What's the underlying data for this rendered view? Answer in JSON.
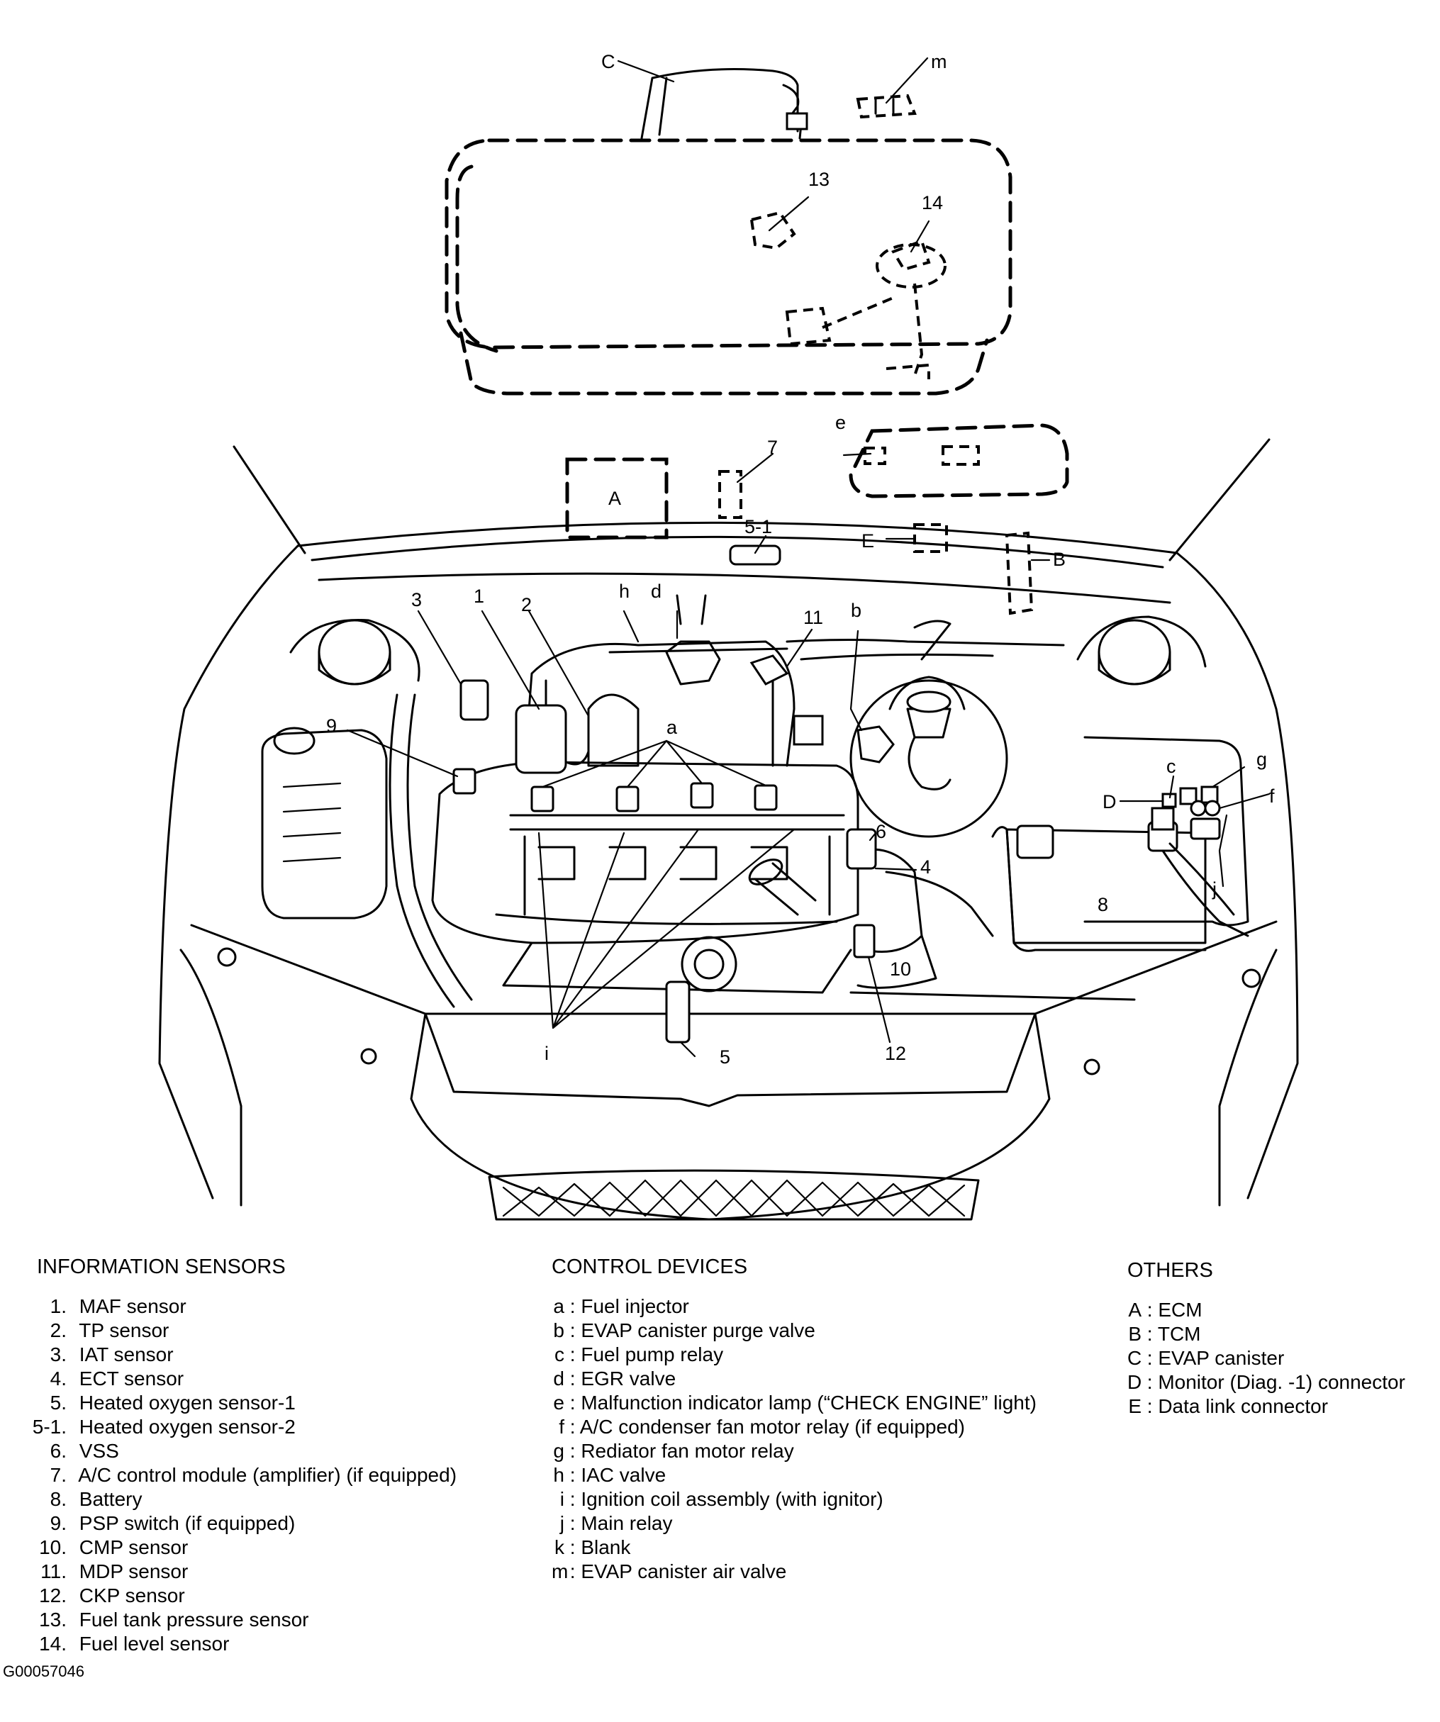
{
  "diagram_labels": {
    "A": "A",
    "B": "B",
    "C": "C",
    "D": "D",
    "E": "E",
    "a": "a",
    "b": "b",
    "c": "c",
    "d": "d",
    "e": "e",
    "f": "f",
    "g": "g",
    "h": "h",
    "i": "i",
    "j": "j",
    "m": "m",
    "n1": "1",
    "n2": "2",
    "n3": "3",
    "n4": "4",
    "n5": "5",
    "n5_1": "5-1",
    "n6": "6",
    "n7": "7",
    "n8": "8",
    "n9": "9",
    "n10": "10",
    "n11": "11",
    "n12": "12",
    "n13": "13",
    "n14": "14"
  },
  "information_sensors": {
    "title": "INFORMATION SENSORS",
    "items": [
      {
        "num": "1.",
        "text": "MAF sensor"
      },
      {
        "num": "2.",
        "text": "TP sensor"
      },
      {
        "num": "3.",
        "text": "IAT sensor"
      },
      {
        "num": "4.",
        "text": "ECT sensor"
      },
      {
        "num": "5.",
        "text": "Heated oxygen sensor-1"
      },
      {
        "num": "5-1.",
        "text": "Heated oxygen sensor-2"
      },
      {
        "num": "6.",
        "text": "VSS"
      },
      {
        "num": "7.",
        "text": "A/C control module (amplifier) (if equipped)"
      },
      {
        "num": "8.",
        "text": "Battery"
      },
      {
        "num": "9.",
        "text": "PSP switch (if equipped)"
      },
      {
        "num": "10.",
        "text": "CMP sensor"
      },
      {
        "num": "11.",
        "text": "MDP sensor"
      },
      {
        "num": "12.",
        "text": "CKP sensor"
      },
      {
        "num": "13.",
        "text": "Fuel tank pressure sensor"
      },
      {
        "num": "14.",
        "text": "Fuel level sensor"
      }
    ]
  },
  "control_devices": {
    "title": "CONTROL DEVICES",
    "items": [
      {
        "key": "a",
        "text": ": Fuel injector"
      },
      {
        "key": "b",
        "text": ": EVAP canister purge valve"
      },
      {
        "key": "c",
        "text": ": Fuel pump relay"
      },
      {
        "key": "d",
        "text": ": EGR valve"
      },
      {
        "key": "e",
        "text": ": Malfunction indicator lamp (“CHECK ENGINE” light)"
      },
      {
        "key": "f",
        "text": ": A/C condenser fan motor relay (if equipped)"
      },
      {
        "key": "g",
        "text": ": Rediator fan motor relay"
      },
      {
        "key": "h",
        "text": ": IAC valve"
      },
      {
        "key": "i",
        "text": ": Ignition coil assembly (with ignitor)"
      },
      {
        "key": "j",
        "text": ": Main relay"
      },
      {
        "key": "k",
        "text": ": Blank"
      },
      {
        "key": "m",
        "text": ": EVAP canister air valve"
      }
    ]
  },
  "others": {
    "title": "OTHERS",
    "items": [
      {
        "key": "A",
        "text": ": ECM"
      },
      {
        "key": "B",
        "text": ": TCM"
      },
      {
        "key": "C",
        "text": ": EVAP canister"
      },
      {
        "key": "D",
        "text": ": Monitor (Diag. -1) connector"
      },
      {
        "key": "E",
        "text": ": Data link connector"
      }
    ]
  },
  "figure_code": "G00057046"
}
